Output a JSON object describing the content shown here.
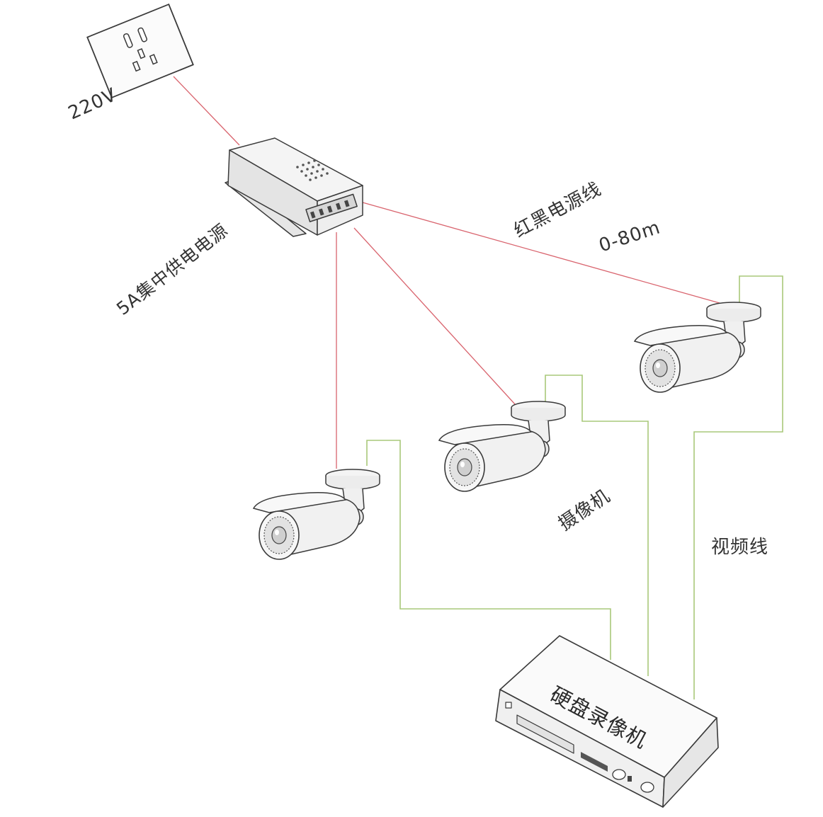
{
  "labels": {
    "voltage": "220V",
    "power_supply": "5A集中供电电源",
    "power_cable": "红黑电源线",
    "distance": "0-80m",
    "camera": "摄像机",
    "video_cable": "视频线",
    "dvr": "硬盘录像机"
  },
  "colors": {
    "power_line": "#d9646e",
    "video_line": "#a9c87a",
    "outline": "#3a3a3a",
    "device_fill": "#f2f2f2"
  },
  "icons": [
    "wall-socket-icon",
    "power-supply-box-icon",
    "security-camera-icon",
    "dvr-recorder-icon"
  ]
}
